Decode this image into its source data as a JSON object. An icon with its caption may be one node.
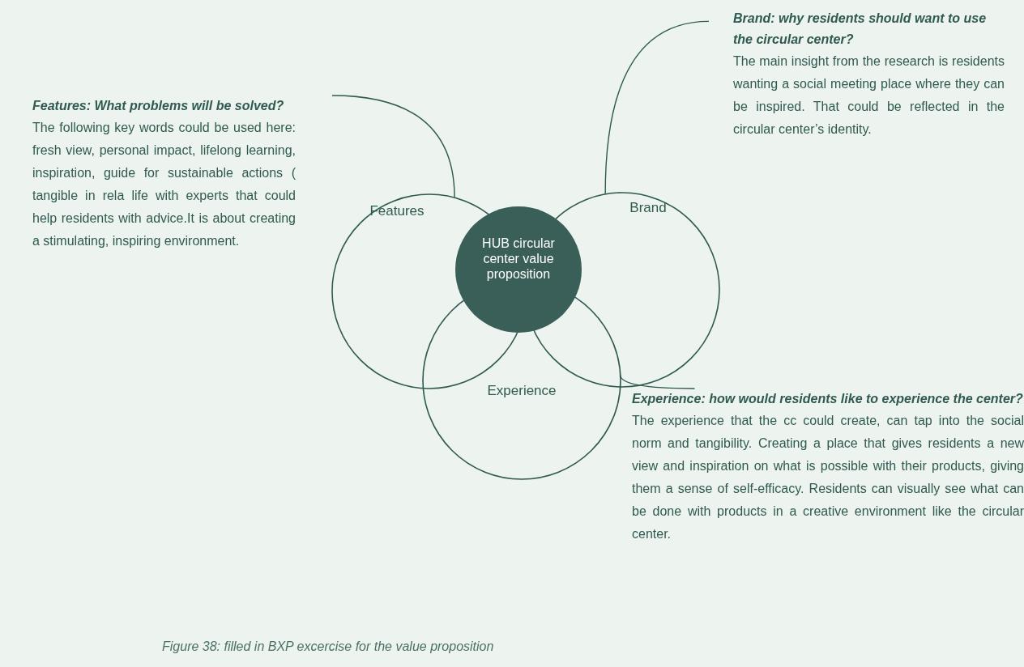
{
  "diagram": {
    "caption": "Figure 38: filled in BXP excercise for the value proposition",
    "nodes": [
      {
        "text": [
          "Features"
        ]
      },
      {
        "text": [
          "Brand"
        ]
      },
      {
        "text": [
          "HUB circular center value proposition"
        ]
      },
      {
        "text": [
          "Experience"
        ]
      },
      {
        "text": [
          "Features: What problems will be solved?",
          "The following key words could be used here: fresh view, personal impact, lifelong learning, inspiration, guide for sustainable actions ( tangible in rela life with experts that could help residents with advice.It is about creating a stimulating, inspiring environment."
        ]
      },
      {
        "text": [
          "Brand: why residents should want to use the circular center?",
          "The main insight from the research is residents wanting a social meeting place where they can be inspired. That could be reflected in the circular center’s identity."
        ]
      },
      {
        "text": [
          "Experience: how would residents like to experience the center?",
          "The experience that the cc could create, can tap into the social norm and tangibility. Creating a place that gives residents a new view  and inspiration on what is possible with their products, giving them a sense of self-efficacy. Residents can visually see what can be done with products in a creative environment like the circular center."
        ]
      }
    ],
    "edges": [
      {
        "from": 4,
        "to": 0,
        "arrow": "none"
      },
      {
        "from": 5,
        "to": 1,
        "arrow": "none"
      },
      {
        "from": 6,
        "to": 3,
        "arrow": "none"
      }
    ]
  }
}
